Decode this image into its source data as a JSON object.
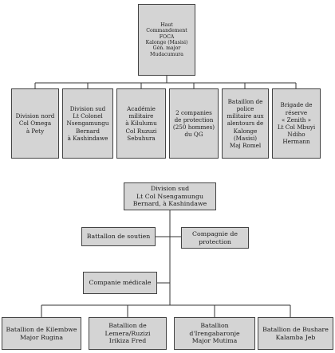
{
  "top_chart": {
    "root": "Haut\nCommandement\nFOCA\nKalonge (Masisi)\nGén. major\nMudacumura",
    "divisions": [
      "Division nord\nCol Omega\nà Pety",
      "Division sud\nLt Colonel\nNsengamungu\nBernard\nà Kashindawe",
      "Académie\nmilitaire\nà Kilulumu\nCol Ruzuzi\nSebuhura",
      "2 companies\nde protection\n(250 hommes)\ndu QG",
      "Bataillon de\npolice\nmilitaire aux\nalentours de\nKalonge\n(Masisi)\nMaj Romel",
      "Brigade de\nréserve\n« Zenith »\nLt Col Mbuyi\nNdiho\nHermann"
    ]
  },
  "bottom_chart": {
    "root": "Division sud\nLt Col Nsengamungu\nBernard, à Kashindawe",
    "support_units": [
      "Battallon de soutien",
      "Compagnie de\nprotection",
      "Companie médicale"
    ],
    "battalions": [
      "Batallion de Kilembwe\nMajor Rugina",
      "Batallion de\nLemera/Ruzizi\nIrikiza Fred",
      "Batallion\nd'Irengabaronje\nMajor Mutima",
      "Batallion de Bushare\nKalamba Jeb"
    ]
  }
}
